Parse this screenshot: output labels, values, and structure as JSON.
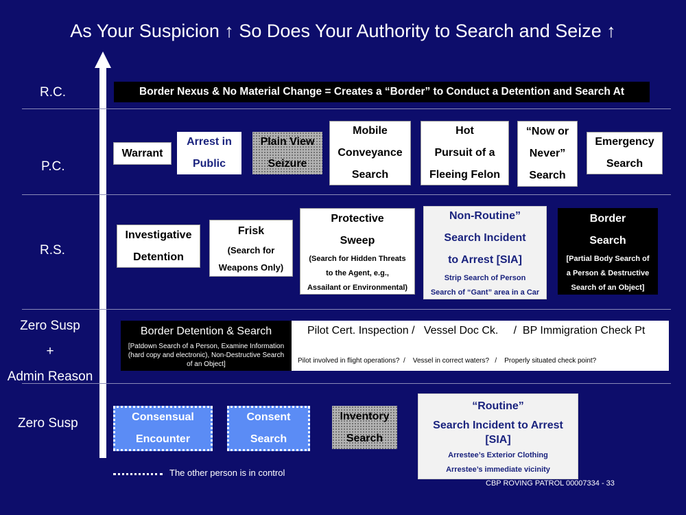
{
  "title": "As Your Suspicion ↑ So Does Your Authority to Search and Seize ↑",
  "rows": {
    "rc": "R.C.",
    "pc": "P.C.",
    "rs": "R.S.",
    "zero_admin": [
      "Zero Susp",
      "+",
      "Admin Reason"
    ],
    "zero": "Zero Susp"
  },
  "rc_bar": "Border Nexus & No Material Change = Creates a “Border” to Conduct a Detention and Search At",
  "pc_boxes": {
    "warrant": [
      "Warrant"
    ],
    "arrest_public": [
      "Arrest in",
      "Public"
    ],
    "plain_view": [
      "Plain View",
      "Seizure"
    ],
    "mobile": [
      "Mobile",
      "Conveyance",
      "Search"
    ],
    "hot_pursuit": [
      "Hot",
      "Pursuit of a",
      "Fleeing Felon"
    ],
    "now_never": [
      "“Now or",
      "Never”",
      "Search"
    ],
    "emergency": [
      "Emergency",
      "Search"
    ]
  },
  "rs_boxes": {
    "investigative": [
      "Investigative",
      "Detention"
    ],
    "frisk": [
      "Frisk",
      "(Search for",
      "Weapons Only)"
    ],
    "protective_title": [
      "Protective",
      "Sweep"
    ],
    "protective_note": [
      "(Search for Hidden Threats",
      "to the Agent, e.g.,",
      "Assailant or Environmental)"
    ],
    "nonroutine_title": [
      "Non-Routine”",
      "Search Incident",
      "to Arrest [SIA]"
    ],
    "nonroutine_note": [
      "Strip Search of Person",
      "Search of “Gant” area in a Car"
    ],
    "border_title": [
      "Border",
      "Search"
    ],
    "border_note": [
      "[Partial Body Search of",
      "a Person & Destructive",
      "Search of an Object]"
    ]
  },
  "admin": {
    "border_det_title": "Border Detention & Search",
    "border_det_note": "[Patdown Search of a Person, Examine Information (hard copy and electronic), Non-Destructive Search of an Object]",
    "pilot_top": "Pilot Cert. Inspection /   Vessel Doc Ck.     /  BP Immigration Check Pt",
    "pilot_bot": "Pilot involved in flight operations?  /    Vessel in correct waters?   /    Properly situated check point?"
  },
  "zero_boxes": {
    "consensual": [
      "Consensual",
      "Encounter"
    ],
    "consent": [
      "Consent",
      "Search"
    ],
    "inventory": [
      "Inventory",
      "Search"
    ],
    "routine_title": "“Routine”",
    "routine_sub": [
      "Search Incident to Arrest",
      "[SIA]"
    ],
    "routine_note": [
      "Arrestee’s Exterior Clothing",
      "Arrestee’s immediate vicinity"
    ]
  },
  "legend": "The other person is in control",
  "footer": "CBP ROVING PATROL 00007334 - 33"
}
